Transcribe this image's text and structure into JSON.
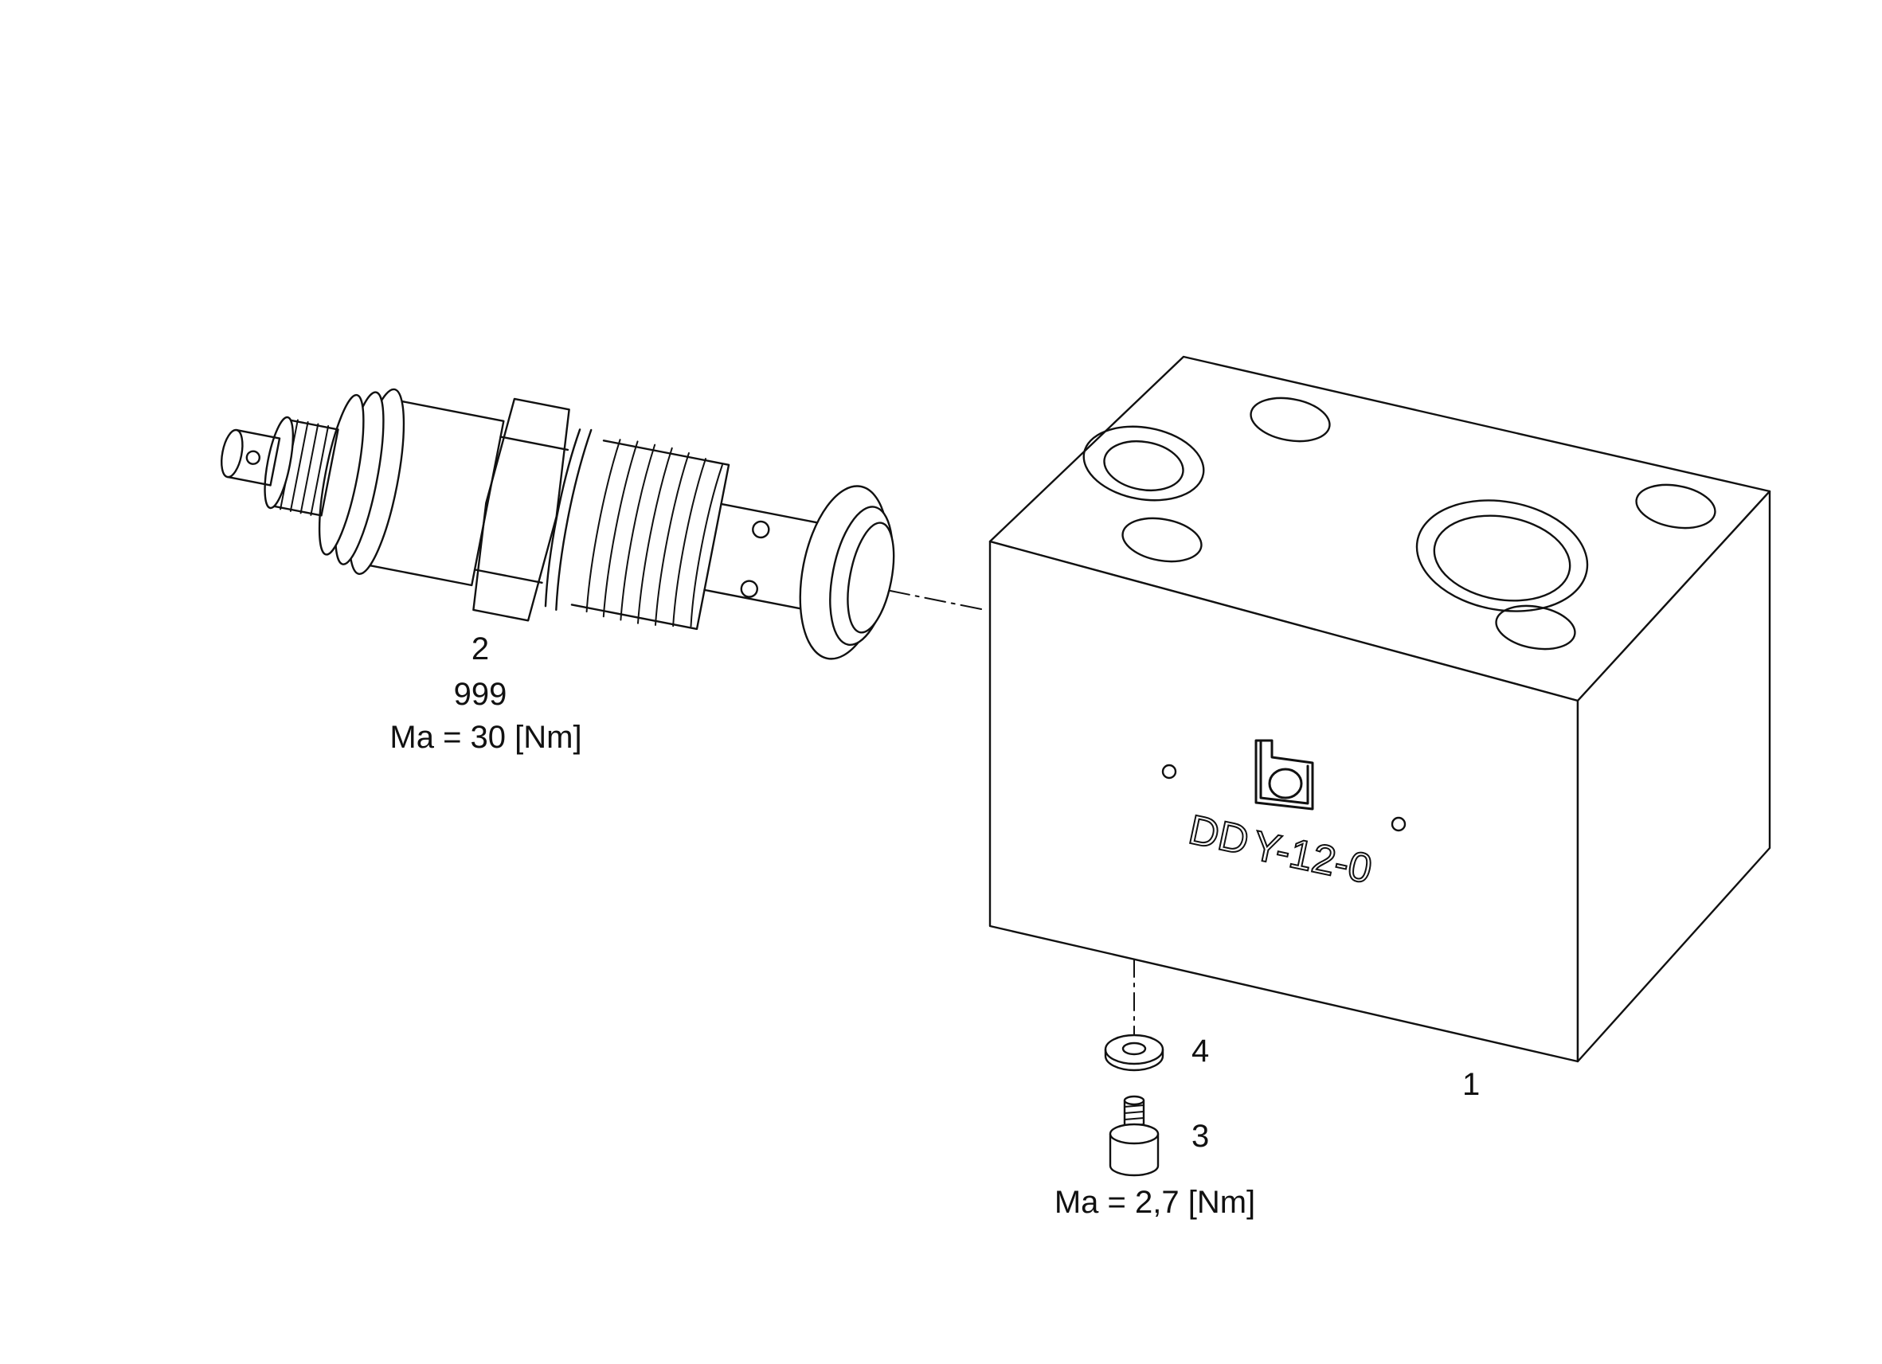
{
  "parts": {
    "block": {
      "item": "1",
      "marking": "DDY-12-0",
      "marking_parts": [
        "DD",
        "Y-12-0"
      ]
    },
    "cartridge": {
      "item": "2",
      "code": "999",
      "torque": "Ma = 30 [Nm]"
    },
    "screw": {
      "item": "3",
      "torque": "Ma = 2,7 [Nm]"
    },
    "washer": {
      "item": "4"
    }
  },
  "icons": {
    "brand_logo": "b-logo-icon"
  },
  "colors": {
    "line": "#111111",
    "background": "#ffffff"
  }
}
